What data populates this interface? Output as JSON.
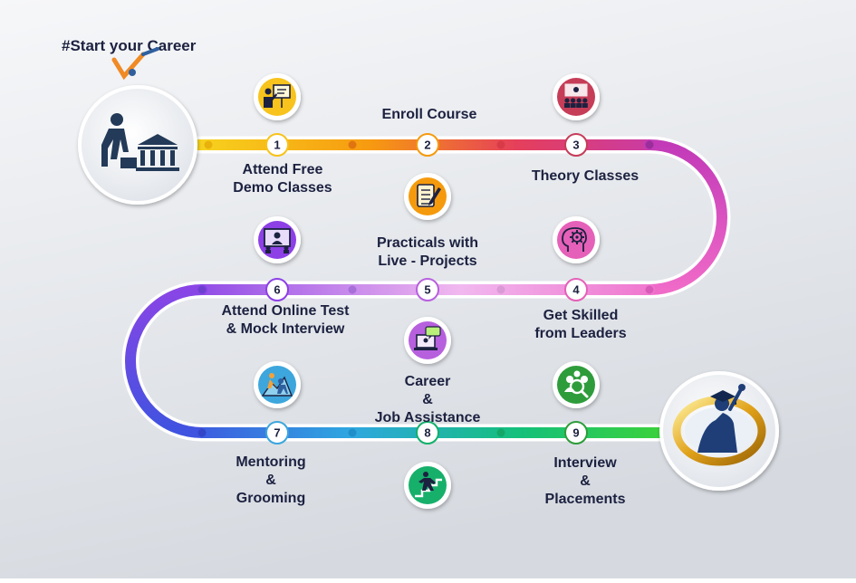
{
  "header": {
    "tagline": "#Start your Career"
  },
  "colors": {
    "background_top": "#f4f5f7",
    "background_bottom": "#d9dde3",
    "text": "#1c2140",
    "brand_orange": "#f08a24",
    "brand_blue": "#2e5f9e"
  },
  "steps": [
    {
      "number": "1",
      "label_lines": [
        "Attend Free",
        "Demo Classes"
      ],
      "icon": "presentation-board-icon",
      "color": "#f7c31a"
    },
    {
      "number": "2",
      "label_lines": [
        "Enroll Course"
      ],
      "icon": "enroll-form-icon",
      "color": "#f59a0c"
    },
    {
      "number": "3",
      "label_lines": [
        "Theory Classes"
      ],
      "icon": "classroom-icon",
      "color": "#c63c58"
    },
    {
      "number": "4",
      "label_lines": [
        "Get Skilled",
        "from Leaders"
      ],
      "icon": "brain-gear-icon",
      "color": "#e560b8"
    },
    {
      "number": "5",
      "label_lines": [
        "Practicals with",
        "Live - Projects"
      ],
      "icon": "laptop-chat-icon",
      "color": "#b760de"
    },
    {
      "number": "6",
      "label_lines": [
        "Attend Online Test",
        "& Mock Interview"
      ],
      "icon": "online-interview-icon",
      "color": "#8c3fe6"
    },
    {
      "number": "7",
      "label_lines": [
        "Mentoring",
        "&",
        "Grooming"
      ],
      "icon": "mentoring-climb-icon",
      "color": "#3ca6dc"
    },
    {
      "number": "8",
      "label_lines": [
        "Career",
        "&",
        "Job Assistance"
      ],
      "icon": "career-steps-icon",
      "color": "#13b06b"
    },
    {
      "number": "9",
      "label_lines": [
        "Interview",
        "&",
        "Placements"
      ],
      "icon": "people-search-icon",
      "color": "#2e9c3a"
    }
  ],
  "start_icon": "person-to-institution-icon",
  "end_icon": "graduate-emblem-icon"
}
